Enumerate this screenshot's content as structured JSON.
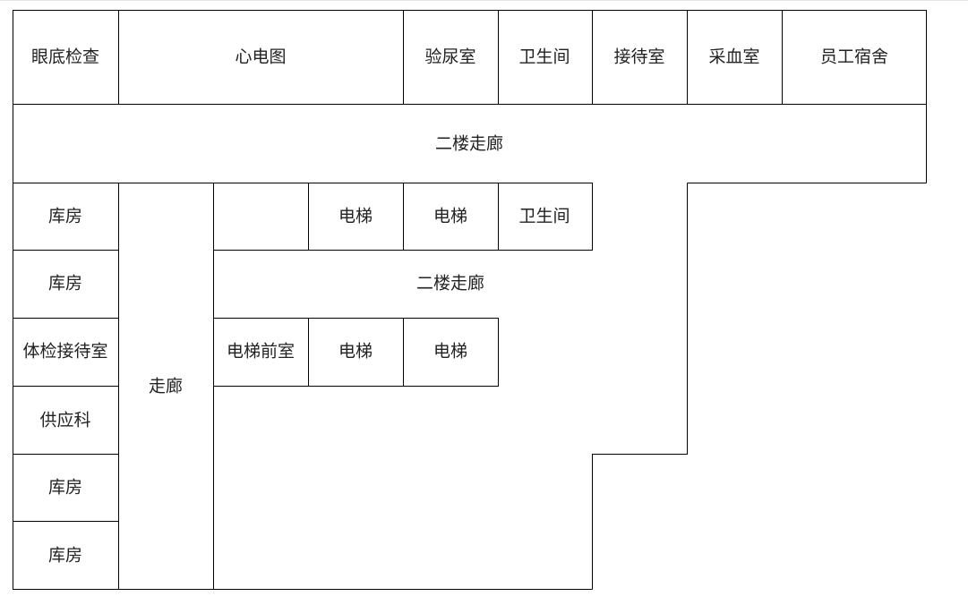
{
  "floorplan": {
    "rooms": {
      "fundus_exam": "眼底检查",
      "ecg": "心电图",
      "urine_lab": "验尿室",
      "restroom_top": "卫生间",
      "reception_top": "接待室",
      "blood_draw": "采血室",
      "staff_dorm": "员工宿舍",
      "corridor_upper": "二楼走廊",
      "storage_1": "库房",
      "elevator_1": "电梯",
      "elevator_2": "电梯",
      "restroom_mid": "卫生间",
      "storage_2": "库房",
      "corridor_middle": "二楼走廊",
      "exam_reception": "体检接待室",
      "elevator_lobby": "电梯前室",
      "elevator_3": "电梯",
      "elevator_4": "电梯",
      "corridor_vertical": "走廊",
      "supply_dept": "供应科",
      "storage_3": "库房",
      "storage_4": "库房"
    }
  }
}
